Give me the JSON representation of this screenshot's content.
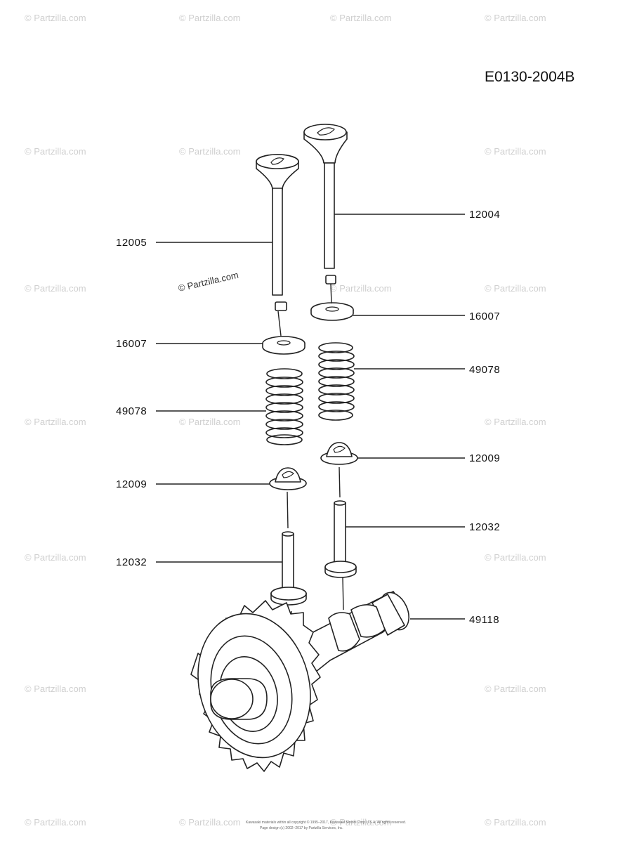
{
  "diagram_id": "E0130-2004B",
  "watermark": "© Partzilla.com",
  "callouts": {
    "c12005": "12005",
    "c12004": "12004",
    "c16007_left": "16007",
    "c16007_right": "16007",
    "c49078_left": "49078",
    "c49078_right": "49078",
    "c12009_left": "12009",
    "c12009_right": "12009",
    "c12032_left": "12032",
    "c12032_right": "12032",
    "c49118": "49118"
  },
  "footer": {
    "line1": "Kawasaki materials within all copyright © 1995–2017, Kawasaki Motors Corp U.S.A. All rights reserved.",
    "line2": "Page design (c) 2002–2017 by Partzilla Services, Inc."
  }
}
